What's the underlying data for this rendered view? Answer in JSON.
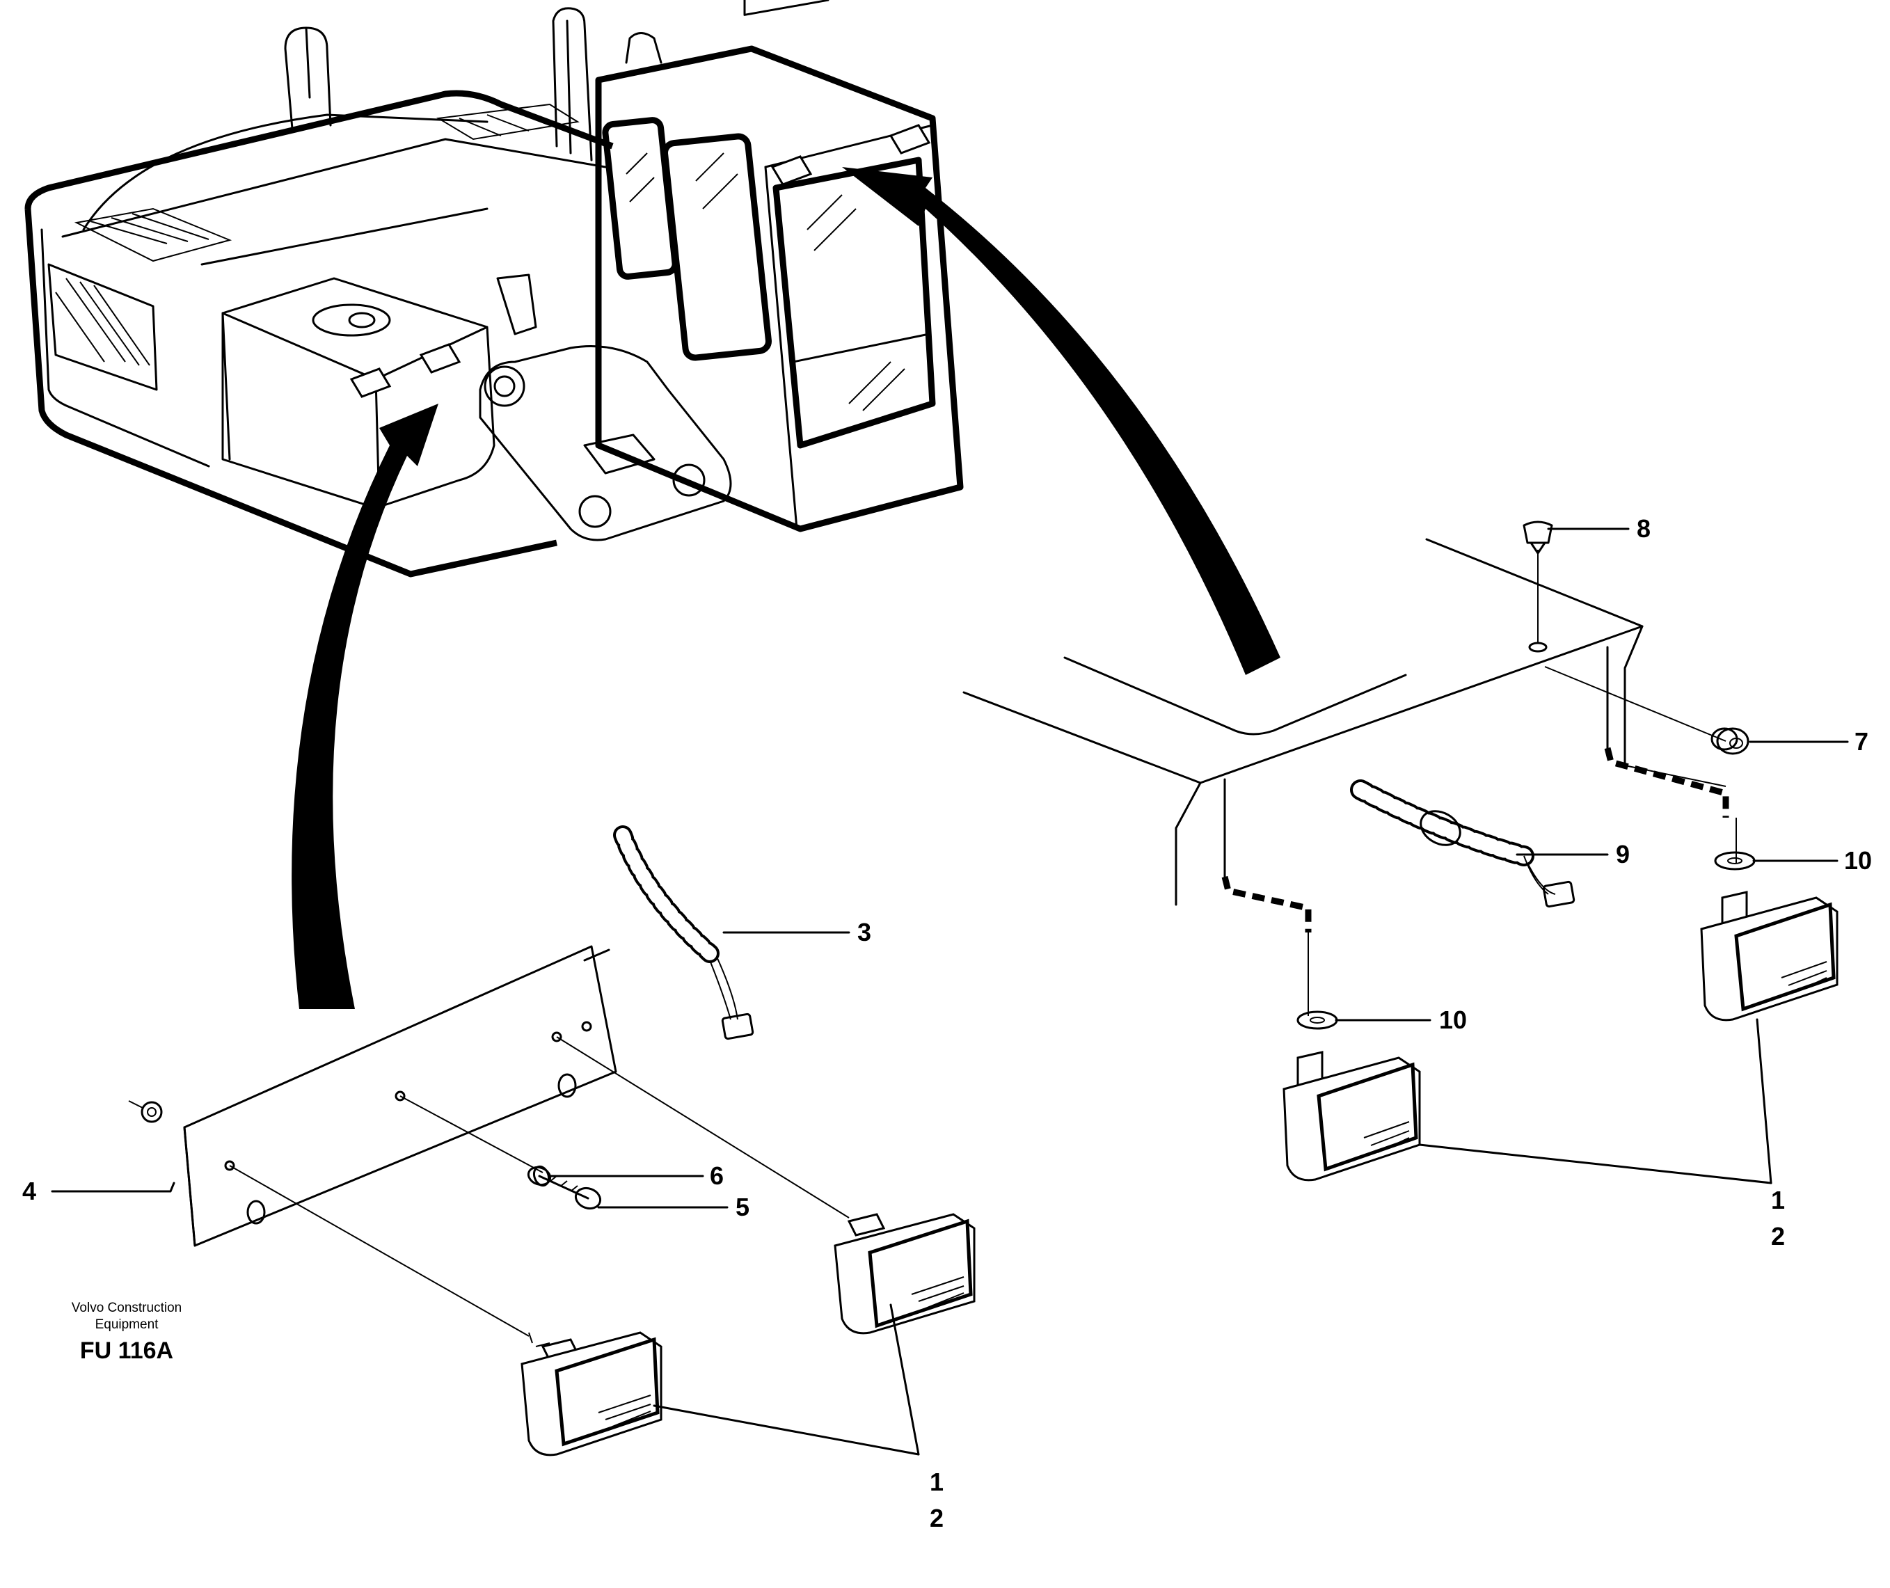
{
  "drawing_code": "FU 116A",
  "publisher": "Volvo Construction Equipment",
  "publisher_line1": "Volvo Construction",
  "publisher_line2": "Equipment",
  "callouts": {
    "c1": "1",
    "c2": "2",
    "c3": "3",
    "c4": "4",
    "c5": "5",
    "c6": "6",
    "c7": "7",
    "c8": "8",
    "c9": "9",
    "c10": "10"
  },
  "icons": [
    "excavator-machine-illustration",
    "cab-work-light",
    "counterweight-work-light",
    "mounting-bracket",
    "wiring-harness",
    "rubber-grommet",
    "washer",
    "screw",
    "plug",
    "direction-arrow"
  ]
}
